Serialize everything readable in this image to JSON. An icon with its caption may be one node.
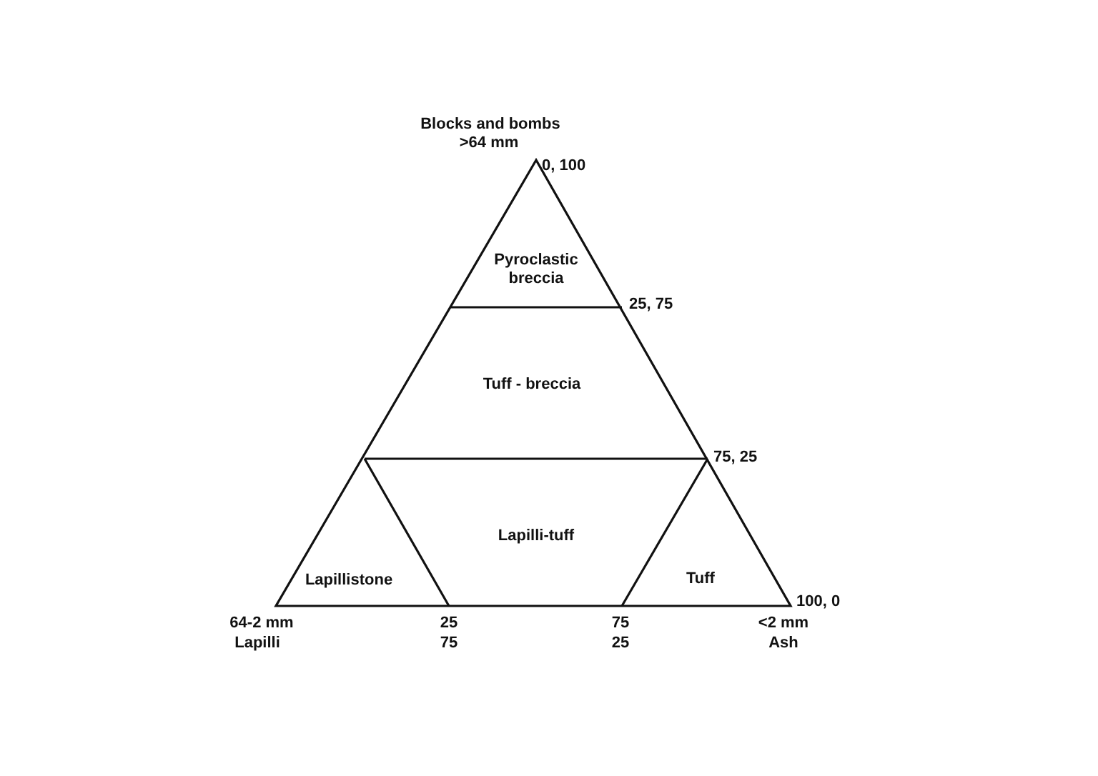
{
  "diagram": {
    "labels": [
      "Blocks and bombs",
      ">64 mm",
      "0, 100",
      "Pyroclastic breccia",
      "25, 75",
      "Tuff - breccia",
      "75, 25",
      "Lapilli-tuff",
      "Lapillistone",
      "Tuff",
      "100, 0",
      "64-2 mm",
      "25",
      "75",
      "<2 mm",
      "Lapilli",
      "75",
      "25",
      "Ash"
    ]
  }
}
